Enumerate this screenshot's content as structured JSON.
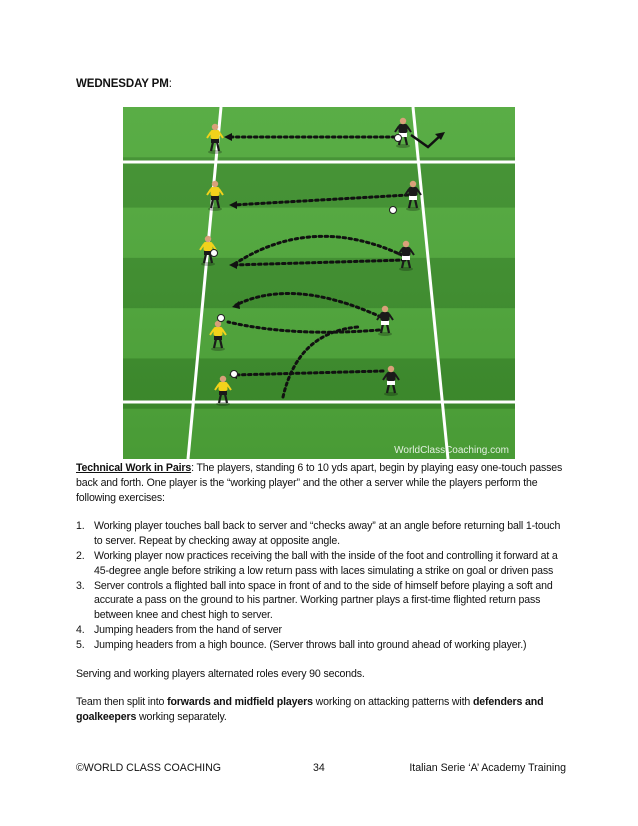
{
  "heading": {
    "label": "WEDNESDAY PM",
    "suffix": ":"
  },
  "figure": {
    "watermark": "WorldClassCoaching.com",
    "colors": {
      "grass_light": "#4fa83a",
      "grass_dark": "#3d8f2c",
      "line": "#ffffff",
      "pass_path": "#111111",
      "working_player": "#f2d21b",
      "server": "#1a1a1a"
    }
  },
  "intro": {
    "title": "Technical Work in Pairs",
    "text": ":  The players, standing 6 to 10 yds apart, begin by playing easy one-touch passes back and forth.  One player is the “working player” and the other a server while the players perform the following exercises:"
  },
  "exercises": [
    {
      "num": "1.",
      "text": "Working player touches ball back to server and “checks away” at an angle before returning ball 1-touch to server.  Repeat by checking away at opposite angle."
    },
    {
      "num": "2.",
      "text": "Working player now practices receiving the ball with the inside of the foot and controlling it forward at a 45-degree angle before striking a low return pass with laces simulating a strike on goal or driven pass"
    },
    {
      "num": "3.",
      "text": "Server controls a flighted ball into space in front of and to the side of himself before playing a soft and accurate a pass on the ground to his partner.  Working partner plays a first-time flighted return pass between knee and chest high to server."
    },
    {
      "num": "4.",
      "text": "Jumping headers from the hand of server"
    },
    {
      "num": "5.",
      "text": "Jumping headers from a high bounce. (Server throws ball into ground ahead of working player.)"
    }
  ],
  "rotation": "Serving and working players alternated roles every 90 seconds.",
  "split": {
    "pre": "Team then split into ",
    "bold1": "forwards and midfield players",
    "mid": " working on attacking patterns with ",
    "bold2": "defenders and goalkeepers",
    "post": " working separately."
  },
  "footer": {
    "left": "©WORLD CLASS COACHING",
    "center": "34",
    "right": "Italian Serie ‘A’ Academy Training"
  }
}
